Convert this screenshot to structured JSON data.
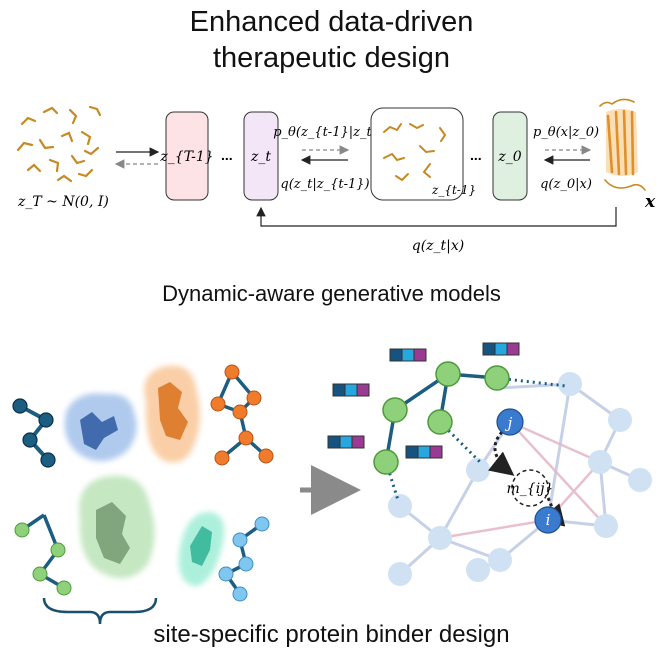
{
  "title": {
    "line1": "Enhanced data-driven",
    "line2": "therapeutic design"
  },
  "diffusion": {
    "prior_label": "z_T ~ N(0, I)",
    "states": [
      "z_{T-1}",
      "z_t",
      "z_{t-1}",
      "z_0",
      "x"
    ],
    "ellipsis": "...",
    "reverse_left": "p_θ(z_{t-1}|z_t)",
    "forward_left": "q(z_t|z_{t-1})",
    "reverse_right": "p_θ(x|z_0)",
    "forward_right": "q(z_0|x)",
    "skip_label": "q(z_t|x)",
    "colors": {
      "z_T_minus_1": "#fde3e6",
      "z_t": "#f3e6f7",
      "z_0": "#dff0e0",
      "structure": "#f2a33c"
    }
  },
  "section2": "Dynamic-aware generative models",
  "graph": {
    "node_i": "i",
    "node_j": "j",
    "message": "m_{ij}",
    "colors": {
      "dark_blue": "#1b5e82",
      "green": "#8fd17a",
      "orange": "#f07c2b",
      "light_blue": "#7fc6f0",
      "selected_node": "#3a7bcf",
      "faded_node": "#cfe1f3",
      "feature_box": [
        "#16537e",
        "#27a7e0",
        "#9a3a92"
      ]
    }
  },
  "caption": "site-specific protein binder design"
}
